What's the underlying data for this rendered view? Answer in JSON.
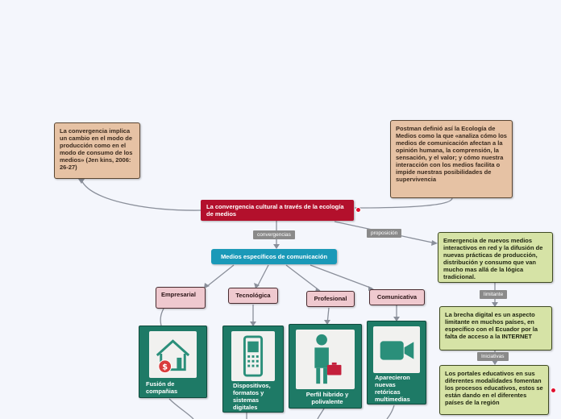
{
  "colors": {
    "background": "#f4f6fc",
    "central": "#b3102c",
    "sub_central": "#1a99b8",
    "note_tan": "#e6c2a4",
    "note_green": "#d6e3a6",
    "category_pink": "#efc9cf",
    "card_green": "#1e7a66",
    "connector": "#8a8f9a"
  },
  "central": {
    "title": "La convergencia cultural a través de la ecología de medios"
  },
  "notes": {
    "jenkins": "La convergencia implica un cambio en el modo de producción como en el modo de consumo de los medios» (Jen kins, 2006: 26-27)",
    "postman": "Postman definió así la Ecología de Medios como la que «analiza cómo los medios de comunicación afectan a la opinión humana, la comprensión, la sensación, y el valor; y cómo nuestra interacción con los medios facilita o impide nuestras posibilidades de supervivencia"
  },
  "labels": {
    "convergencias": "convergencias",
    "proposicion": "proposición",
    "limitante": "limitante",
    "iniciativas": "Iniciativas"
  },
  "medios": {
    "title": "Medios específicos de comunicación"
  },
  "categories": {
    "empresarial": "Empresarial",
    "tecnologica": "Tecnológica",
    "profesional": "Profesional",
    "comunicativa": "Comunicativa"
  },
  "cards": {
    "empresarial": {
      "text": "Fusión de compañias",
      "icon": "house-dollar-icon"
    },
    "tecnologica": {
      "text": "Dispositivos, formatos y sistemas digitales",
      "icon": "mobile-phone-icon"
    },
    "profesional": {
      "text": "Perfil hibrido y polivalente",
      "icon": "businessman-icon"
    },
    "comunicativa": {
      "text": "Aparecieron nuevas retóricas multimedias",
      "icon": "video-camera-icon"
    }
  },
  "right_chain": {
    "emergencia": "Emergencia de nuevos medios interactivos en red y la difusión de nuevas prácticas de producción, distribución y consumo que van mucho mas allá de la lógica tradicional.",
    "brecha": "La brecha digital es un aspecto limitante en muchos países, en específico con el Ecuador por la falta de acceso a la INTERNET",
    "portales": "Los portales educativos en sus diferentes modalidades fomentan los procesos educativos, estos se están dando en el diferentes países de la región"
  }
}
